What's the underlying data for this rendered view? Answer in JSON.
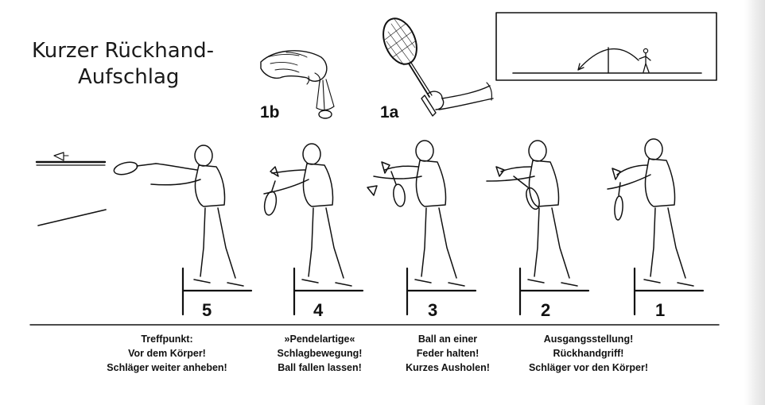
{
  "title": {
    "line1": "Kurzer Rückhand-",
    "line2": "Aufschlag"
  },
  "detail_labels": {
    "grip_detail": "1b",
    "racket_detail": "1a"
  },
  "steps": [
    {
      "number": "5",
      "caption": [
        "Treffpunkt:",
        "Vor dem Körper!",
        "Schläger weiter anheben!"
      ]
    },
    {
      "number": "4",
      "caption": [
        "»Pendelartige«",
        "Schlagbewegung!",
        "Ball fallen lassen!"
      ]
    },
    {
      "number": "3",
      "caption": [
        "Ball an einer",
        "Feder halten!",
        "Kurzes Ausholen!"
      ]
    },
    {
      "number": "2",
      "caption": [
        "Ausgangsstellung!",
        "Rückhandgriff!",
        "Schläger vor den Körper!"
      ]
    },
    {
      "number": "1",
      "caption": []
    }
  ]
}
